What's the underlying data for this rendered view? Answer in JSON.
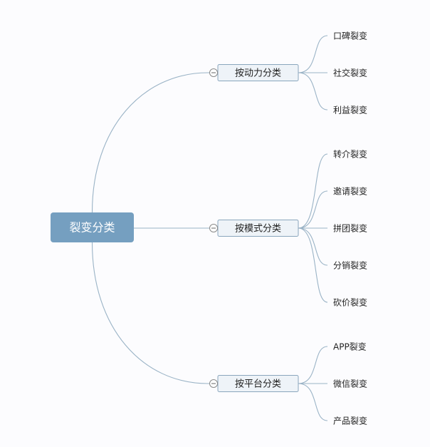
{
  "mindmap": {
    "root": {
      "label": "裂变分类"
    },
    "branches": [
      {
        "label": "按动力分类",
        "collapse_icon": "collapse-minus-icon",
        "children": [
          {
            "label": "口碑裂变"
          },
          {
            "label": "社交裂变"
          },
          {
            "label": "利益裂变"
          }
        ]
      },
      {
        "label": "按模式分类",
        "collapse_icon": "collapse-minus-icon",
        "children": [
          {
            "label": "转介裂变"
          },
          {
            "label": "邀请裂变"
          },
          {
            "label": "拼团裂变"
          },
          {
            "label": "分销裂变"
          },
          {
            "label": "砍价裂变"
          }
        ]
      },
      {
        "label": "按平台分类",
        "collapse_icon": "collapse-minus-icon",
        "children": [
          {
            "label": "APP裂变"
          },
          {
            "label": "微信裂变"
          },
          {
            "label": "产品裂变"
          }
        ]
      }
    ],
    "colors": {
      "root_fill": "#759fc0",
      "branch_fill": "#eef3f8",
      "branch_border": "#8aa6bd",
      "link": "#9ab3c6",
      "background": "#fcfcfe"
    }
  }
}
